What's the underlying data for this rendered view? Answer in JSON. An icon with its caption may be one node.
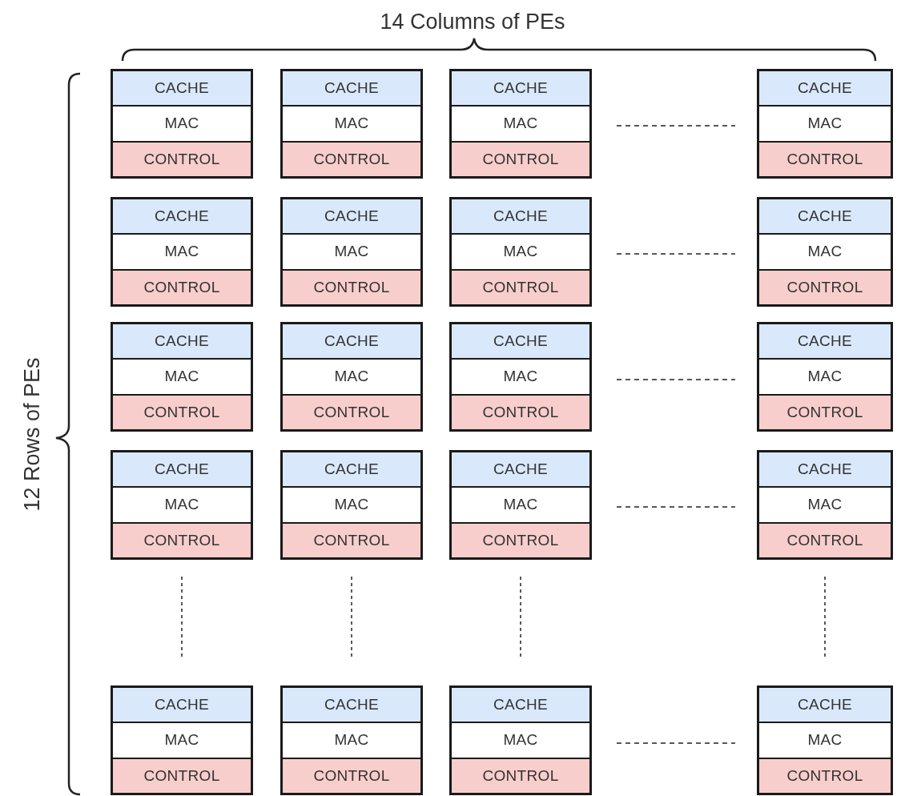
{
  "diagram": {
    "nodes": [
      {
        "text": [],
        "shape": "box"
      },
      {
        "text": [
          "CACHE"
        ],
        "in": 0
      },
      {
        "text": [
          "MAC"
        ],
        "in": 0
      },
      {
        "text": [
          "CONTROL"
        ],
        "in": 0
      },
      {
        "text": [],
        "shape": "box"
      },
      {
        "text": [
          "CACHE"
        ],
        "in": 4
      },
      {
        "text": [
          "MAC"
        ],
        "in": 4
      },
      {
        "text": [
          "CONTROL"
        ],
        "in": 4
      },
      {
        "text": [],
        "shape": "box"
      },
      {
        "text": [
          "CACHE"
        ],
        "in": 8
      },
      {
        "text": [
          "MAC"
        ],
        "in": 8
      },
      {
        "text": [
          "CONTROL"
        ],
        "in": 8
      },
      {
        "text": [],
        "shape": "box"
      },
      {
        "text": [
          "CACHE"
        ],
        "in": 12
      },
      {
        "text": [
          "MAC"
        ],
        "in": 12
      },
      {
        "text": [
          "CONTROL"
        ],
        "in": 12
      },
      {
        "text": [],
        "shape": "box"
      },
      {
        "text": [
          "CACHE"
        ],
        "in": 16
      },
      {
        "text": [
          "MAC"
        ],
        "in": 16
      },
      {
        "text": [
          "CONTROL"
        ],
        "in": 16
      },
      {
        "text": [],
        "shape": "box"
      },
      {
        "text": [
          "CACHE"
        ],
        "in": 20
      },
      {
        "text": [
          "MAC"
        ],
        "in": 20
      },
      {
        "text": [
          "CONTROL"
        ],
        "in": 20
      },
      {
        "text": [],
        "shape": "box"
      },
      {
        "text": [
          "CACHE"
        ],
        "in": 24
      },
      {
        "text": [
          "MAC"
        ],
        "in": 24
      },
      {
        "text": [
          "CONTROL"
        ],
        "in": 24
      },
      {
        "text": [],
        "shape": "box"
      },
      {
        "text": [
          "CACHE"
        ],
        "in": 28
      },
      {
        "text": [
          "MAC"
        ],
        "in": 28
      },
      {
        "text": [
          "CONTROL"
        ],
        "in": 28
      },
      {
        "text": [],
        "shape": "box"
      },
      {
        "text": [
          "CACHE"
        ],
        "in": 32
      },
      {
        "text": [
          "MAC"
        ],
        "in": 32
      },
      {
        "text": [
          "CONTROL"
        ],
        "in": 32
      },
      {
        "text": [],
        "shape": "box"
      },
      {
        "text": [
          "CACHE"
        ],
        "in": 36
      },
      {
        "text": [
          "MAC"
        ],
        "in": 36
      },
      {
        "text": [
          "CONTROL"
        ],
        "in": 36
      },
      {
        "text": [],
        "shape": "box"
      },
      {
        "text": [
          "CACHE"
        ],
        "in": 40
      },
      {
        "text": [
          "MAC"
        ],
        "in": 40
      },
      {
        "text": [
          "CONTROL"
        ],
        "in": 40
      },
      {
        "text": [],
        "shape": "box"
      },
      {
        "text": [
          "CACHE"
        ],
        "in": 44
      },
      {
        "text": [
          "MAC"
        ],
        "in": 44
      },
      {
        "text": [
          "CONTROL"
        ],
        "in": 44
      },
      {
        "text": [],
        "shape": "box"
      },
      {
        "text": [
          "CACHE"
        ],
        "in": 48
      },
      {
        "text": [
          "MAC"
        ],
        "in": 48
      },
      {
        "text": [
          "CONTROL"
        ],
        "in": 48
      },
      {
        "text": [],
        "shape": "box"
      },
      {
        "text": [
          "CACHE"
        ],
        "in": 52
      },
      {
        "text": [
          "MAC"
        ],
        "in": 52
      },
      {
        "text": [
          "CONTROL"
        ],
        "in": 52
      },
      {
        "text": [],
        "shape": "box"
      },
      {
        "text": [
          "CACHE"
        ],
        "in": 56
      },
      {
        "text": [
          "MAC"
        ],
        "in": 56
      },
      {
        "text": [
          "CONTROL"
        ],
        "in": 56
      },
      {
        "text": [],
        "shape": "box"
      },
      {
        "text": [
          "CACHE"
        ],
        "in": 60
      },
      {
        "text": [
          "MAC"
        ],
        "in": 60
      },
      {
        "text": [
          "CONTROL"
        ],
        "in": 60
      },
      {
        "text": [],
        "shape": "box"
      },
      {
        "text": [
          "CACHE"
        ],
        "in": 64
      },
      {
        "text": [
          "MAC"
        ],
        "in": 64
      },
      {
        "text": [
          "CONTROL"
        ],
        "in": 64
      },
      {
        "text": [],
        "shape": "box"
      },
      {
        "text": [
          "CACHE"
        ],
        "in": 68
      },
      {
        "text": [
          "MAC"
        ],
        "in": 68
      },
      {
        "text": [
          "CONTROL"
        ],
        "in": 68
      },
      {
        "text": [],
        "shape": "box"
      },
      {
        "text": [
          "CACHE"
        ],
        "in": 72
      },
      {
        "text": [
          "MAC"
        ],
        "in": 72
      },
      {
        "text": [
          "CONTROL"
        ],
        "in": 72
      },
      {
        "text": [],
        "shape": "box"
      },
      {
        "text": [
          "CACHE"
        ],
        "in": 76
      },
      {
        "text": [
          "MAC"
        ],
        "in": 76
      },
      {
        "text": [
          "CONTROL"
        ],
        "in": 76
      }
    ],
    "labels": [
      "14 Columns of PEs",
      "12 Rows of PEs"
    ]
  }
}
